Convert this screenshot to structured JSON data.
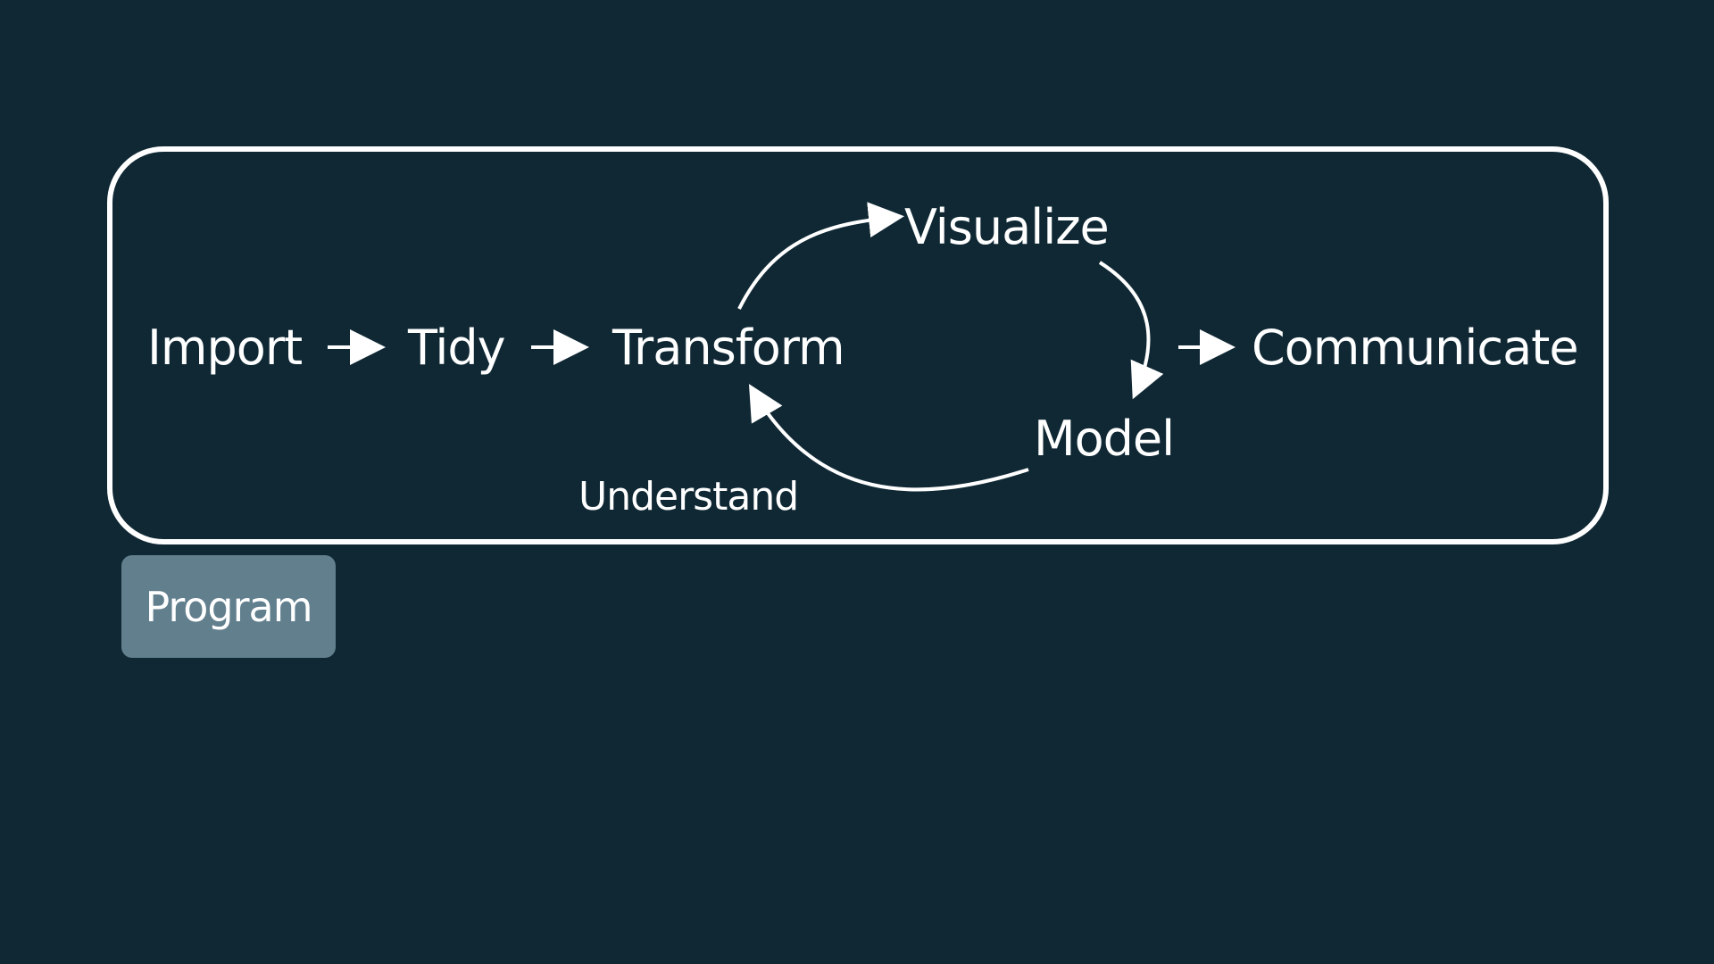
{
  "diagram": {
    "nodes": {
      "import": "Import",
      "tidy": "Tidy",
      "transform": "Transform",
      "visualize": "Visualize",
      "model": "Model",
      "communicate": "Communicate"
    },
    "group_label": "Understand",
    "program_label": "Program",
    "colors": {
      "background": "#0f2834",
      "foreground": "#ffffff",
      "program_box": "#627f8e"
    }
  }
}
